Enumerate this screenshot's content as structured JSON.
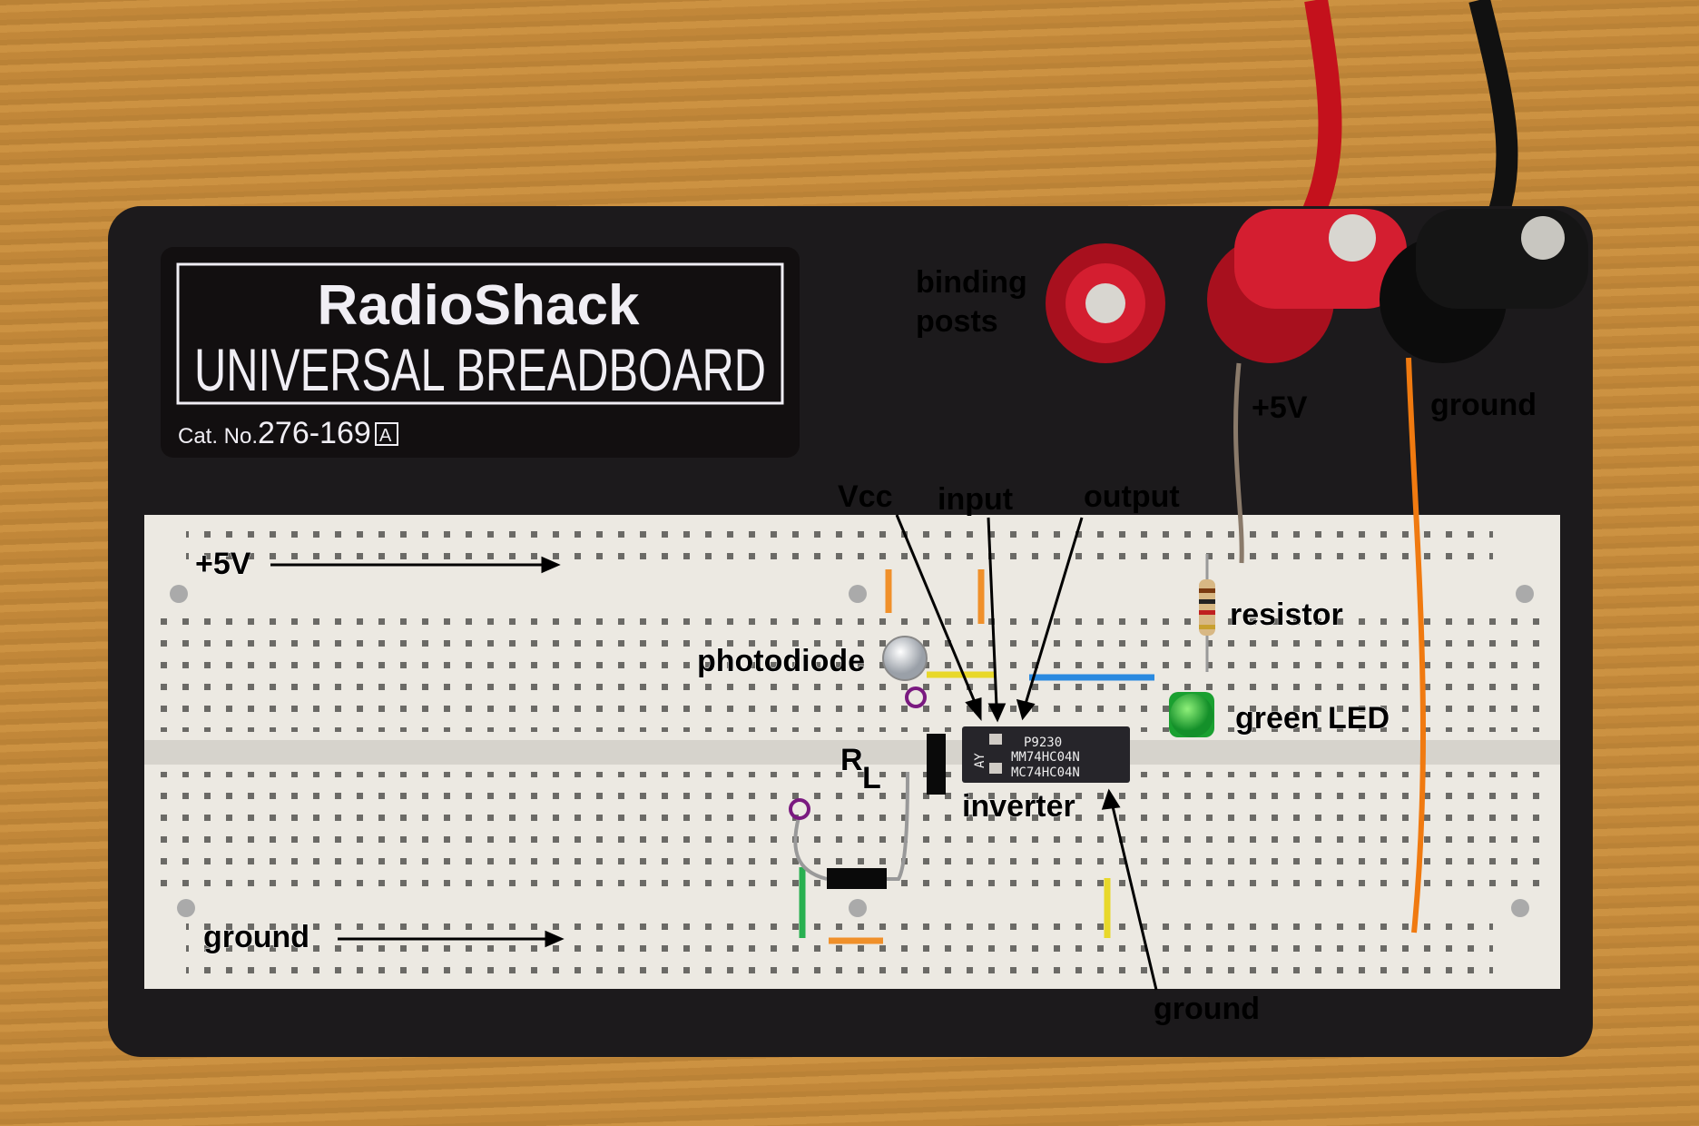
{
  "board_label": {
    "brand": "RadioShack",
    "product": "UNIVERSAL BREADBOARD",
    "catalog_prefix": "Cat. No.",
    "catalog_number": "276-169",
    "catalog_suffix": "A"
  },
  "chip_marking": [
    "P9230",
    "MM74HC04N",
    "MC74HC04N",
    "AY"
  ],
  "annotations": {
    "binding_posts_1": "binding",
    "binding_posts_2": "posts",
    "plus5v_post": "+5V",
    "ground_post": "ground",
    "vcc": "Vcc",
    "input": "input",
    "output": "output",
    "plus5v_rail": "+5V",
    "resistor": "resistor",
    "photodiode": "photodiode",
    "green_led": "green LED",
    "rl_main": "R",
    "rl_sub": "L",
    "inverter": "inverter",
    "ground_rail": "ground",
    "ground_chip": "ground"
  },
  "colors": {
    "board": "#1c1a1c",
    "breadboard": "#ece9e2",
    "wood": "#c98f3e",
    "red_post": "#c0162a",
    "led": "#22b030"
  }
}
